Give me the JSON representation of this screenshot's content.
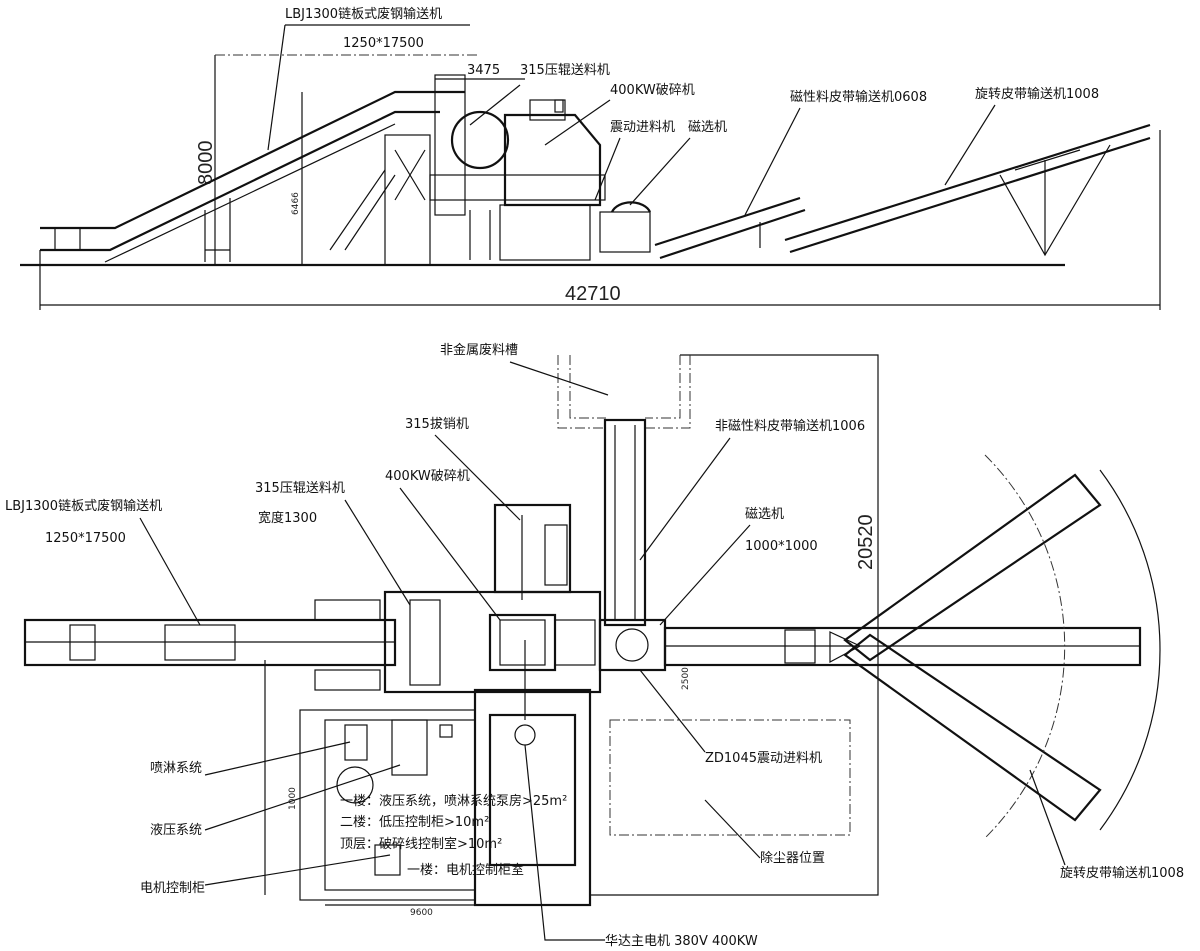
{
  "elevation": {
    "labels": {
      "chain_conveyor": "LBJ1300链板式废钢输送机",
      "chain_conveyor_size": "1250*17500",
      "dim_3475": "3475",
      "roller_feeder": "315压辊送料机",
      "shredder": "400KW破碎机",
      "vibrating_feeder": "震动进料机",
      "magnetic_separator": "磁选机",
      "magnetic_belt": "磁性料皮带输送机0608",
      "rotary_belt": "旋转皮带输送机1008"
    },
    "dimensions": {
      "height": "8000",
      "sub_height": "6466",
      "total_length": "42710"
    }
  },
  "plan": {
    "labels": {
      "nonmetal_trough": "非金属废料槽",
      "pin_puller": "315拔销机",
      "shredder": "400KW破碎机",
      "roller_feeder": "315压辊送料机",
      "roller_width": "宽度1300",
      "chain_conveyor": "LBJ1300链板式废钢输送机",
      "chain_conveyor_size": "1250*17500",
      "nonmagnetic_belt": "非磁性料皮带输送机1006",
      "magnetic_separator": "磁选机",
      "magnetic_separator_size": "1000*1000",
      "spray_system": "喷淋系统",
      "hydraulic_system": "液压系统",
      "motor_cabinet": "电机控制柜",
      "floor1_note": "一楼：液压系统，喷淋系统泵房>25m²",
      "floor2_note": "二楼：低压控制柜>10m²",
      "top_note": "顶层：破碎线控制室>10m²",
      "motor_room_note": "一楼：电机控制柜室",
      "vibrating_feeder": "ZD1045震动进料机",
      "dust_collector": "除尘器位置",
      "rotary_belt": "旋转皮带输送机1008",
      "main_motor": "华达主电机 380V 400KW"
    },
    "dimensions": {
      "width": "20520",
      "dim_2500": "2500",
      "dim_9600": "9600",
      "dim_1000": "1000"
    }
  }
}
